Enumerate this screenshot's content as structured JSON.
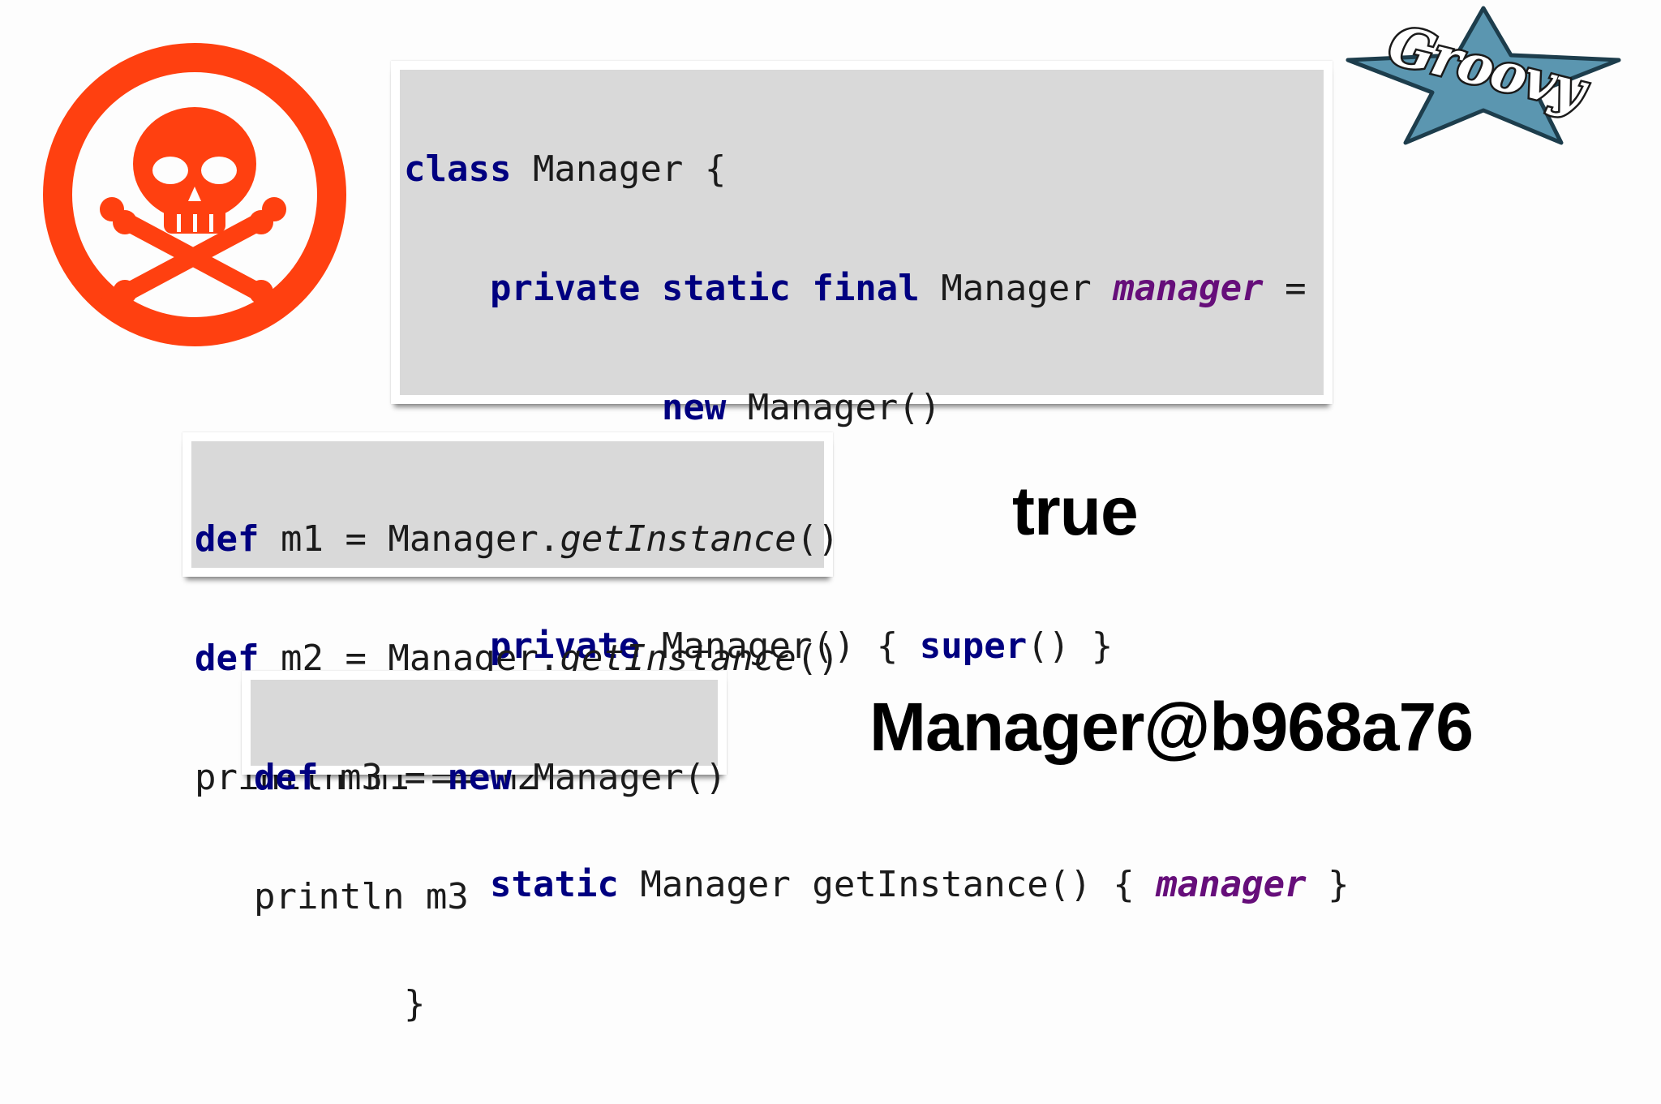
{
  "colors": {
    "background": "#fdfdfd",
    "code_panel": "#d9d9d9",
    "keyword": "#000080",
    "field": "#660e7a",
    "danger_icon": "#ff4010",
    "groovy_star": "#5b96b0"
  },
  "icons": {
    "danger": "skull-crossbones-icon",
    "logo": "groovy-logo"
  },
  "logo_text": "Groovy",
  "class_block": {
    "line1": {
      "kw": "class",
      "rest": " Manager {"
    },
    "line2": {
      "indent": "    ",
      "kw": "private static final",
      "mid": " Manager ",
      "field": "manager",
      "rest": " ="
    },
    "line3": {
      "indent": "            ",
      "kw": "new",
      "rest": " Manager()"
    },
    "line4": {
      "indent": "    ",
      "kw": "private",
      "mid": " Manager() { ",
      "kw2": "super",
      "rest": "() }"
    },
    "line5": {
      "indent": "    ",
      "kw": "static",
      "mid": " Manager getInstance() { ",
      "field": "manager",
      "rest": " }"
    },
    "line6": {
      "rest": "}"
    }
  },
  "singleton_block": {
    "line1": {
      "kw": "def",
      "mid": " m1 = Manager.",
      "method": "getInstance",
      "rest": "()"
    },
    "line2": {
      "kw": "def",
      "mid": " m2 = Manager.",
      "method": "getInstance",
      "rest": "()"
    },
    "line3": {
      "rest": "println m1 == m2"
    }
  },
  "new_block": {
    "line1": {
      "kw": "def",
      "mid": " m3 = ",
      "kw2": "new",
      "rest": " Manager()"
    },
    "line2": {
      "rest": "println m3"
    }
  },
  "results": {
    "equality": "true",
    "instance": "Manager@b968a76"
  }
}
